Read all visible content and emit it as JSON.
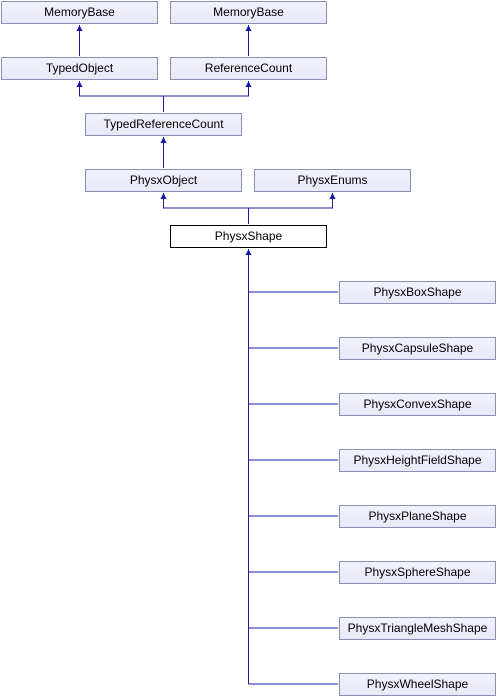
{
  "nodes": {
    "memory_base_1": "MemoryBase",
    "memory_base_2": "MemoryBase",
    "typed_object": "TypedObject",
    "reference_count": "ReferenceCount",
    "typed_reference_count": "TypedReferenceCount",
    "physx_object": "PhysxObject",
    "physx_enums": "PhysxEnums",
    "physx_shape": "PhysxShape",
    "physx_box_shape": "PhysxBoxShape",
    "physx_capsule_shape": "PhysxCapsuleShape",
    "physx_convex_shape": "PhysxConvexShape",
    "physx_height_field_shape": "PhysxHeightFieldShape",
    "physx_plane_shape": "PhysxPlaneShape",
    "physx_sphere_shape": "PhysxSphereShape",
    "physx_triangle_mesh_shape": "PhysxTriangleMeshShape",
    "physx_wheel_shape": "PhysxWheelShape"
  },
  "colors": {
    "edge": "#1a1aa6",
    "node_border": "#8a8fb8",
    "node_fill": "#eeeefa",
    "current_border": "#000000"
  }
}
